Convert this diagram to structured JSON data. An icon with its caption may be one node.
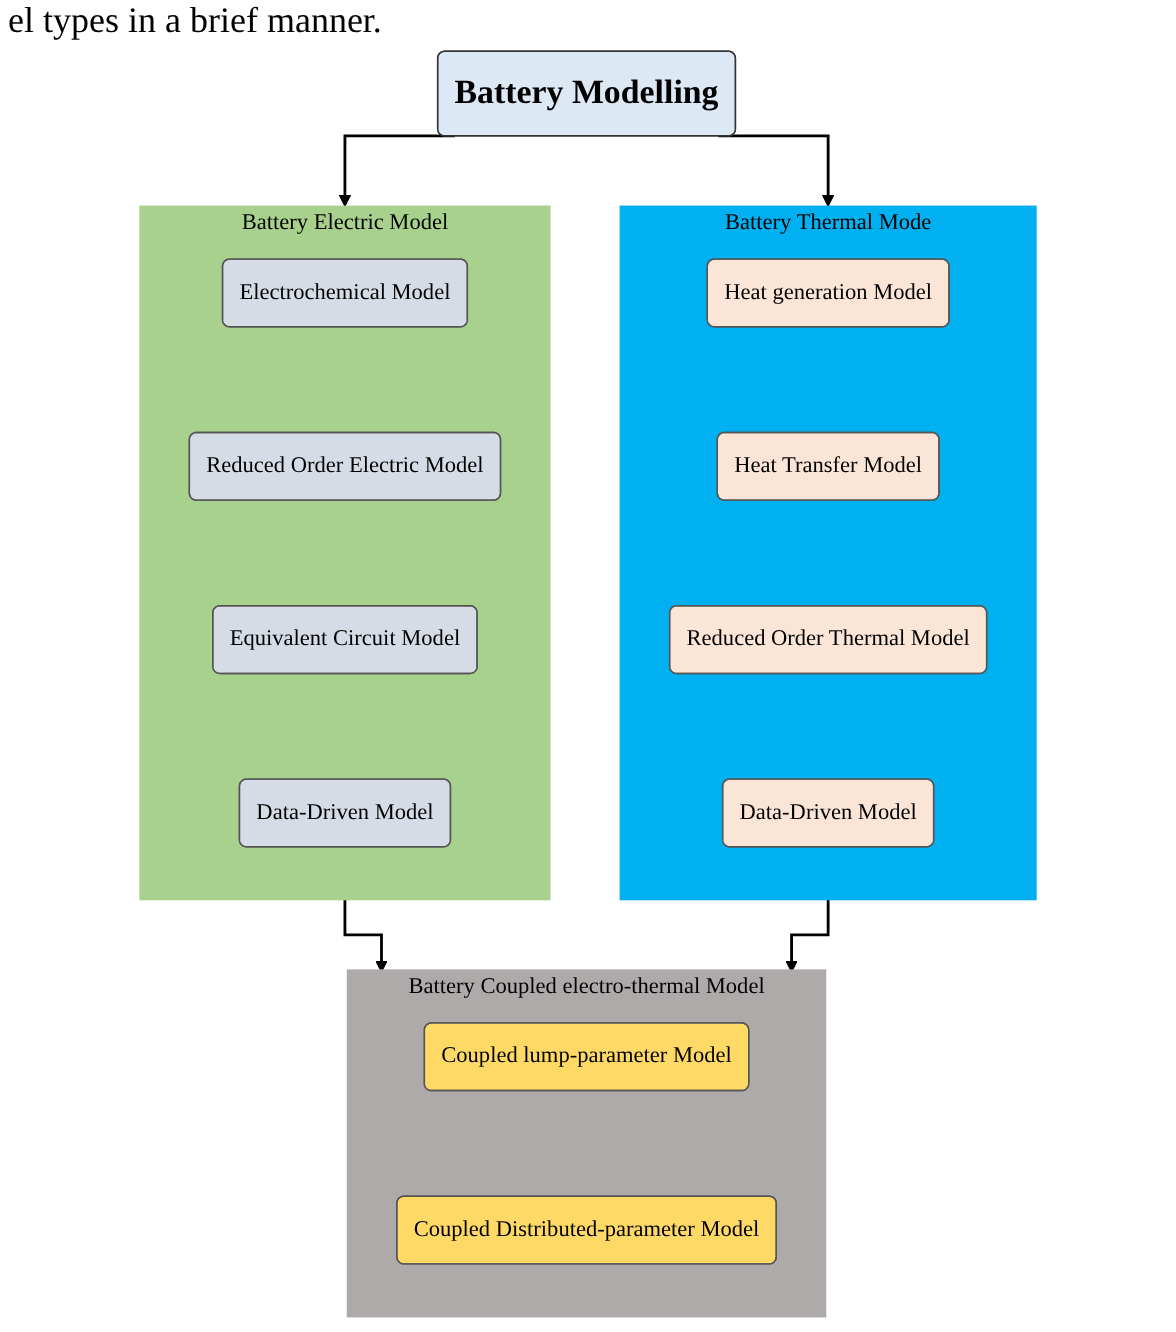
{
  "diagram": {
    "nodes": [
      {
        "text": [
          "Battery Modelling"
        ]
      },
      {
        "text": [
          "Battery Electric Model"
        ]
      },
      {
        "text": [
          "Electrochemical Model"
        ],
        "in": 1
      },
      {
        "text": [
          "Reduced Order Electric Model"
        ],
        "in": 1
      },
      {
        "text": [
          "Equivalent Circuit Model"
        ],
        "in": 1
      },
      {
        "text": [
          "Data-Driven Model"
        ],
        "in": 1
      },
      {
        "text": [
          "Battery Thermal Mode"
        ]
      },
      {
        "text": [
          "Heat generation Model"
        ],
        "in": 6
      },
      {
        "text": [
          "Heat Transfer Model"
        ],
        "in": 6
      },
      {
        "text": [
          "Reduced Order Thermal Model"
        ],
        "in": 6
      },
      {
        "text": [
          "Data-Driven Model"
        ],
        "in": 6
      },
      {
        "text": [
          "Battery Coupled electro-thermal Model"
        ]
      },
      {
        "text": [
          "Coupled lump-parameter Model"
        ],
        "in": 11
      },
      {
        "text": [
          "Coupled Distributed-parameter Model"
        ],
        "in": 11
      }
    ],
    "edges": [
      {
        "from": 0,
        "to": 1,
        "arrow": "to"
      },
      {
        "from": 0,
        "to": 6,
        "arrow": "to"
      },
      {
        "from": 1,
        "to": 11,
        "arrow": "to"
      },
      {
        "from": 6,
        "to": 11,
        "arrow": "to"
      }
    ],
    "labels": [
      "el types in a brief manner."
    ]
  }
}
